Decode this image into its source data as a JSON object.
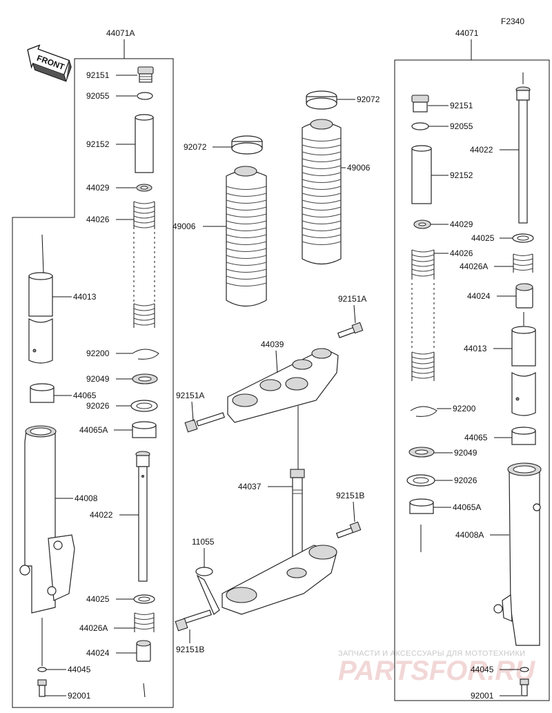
{
  "figure_code": "F2340",
  "assembly_left": "44071A",
  "assembly_right": "44071",
  "front_label": "FRONT",
  "watermark": {
    "line1": "ЗАПЧАСТИ И АКСЕССУАРЫ ДЛЯ МОТОТЕХНИКИ",
    "line2": "PARTSFOR.RU"
  },
  "left_labels": [
    "92151",
    "92055",
    "92152",
    "44029",
    "44026",
    "44013",
    "92200",
    "92049",
    "44065",
    "92026",
    "44065A",
    "44008",
    "44022",
    "44025",
    "44026A",
    "44024",
    "44045",
    "92001"
  ],
  "center_labels": [
    "92072",
    "49006",
    "92072",
    "49006",
    "92151A",
    "44039",
    "92151A",
    "44037",
    "92151B",
    "11055",
    "92151B"
  ],
  "right_labels": [
    "92151",
    "92055",
    "44022",
    "92152",
    "44029",
    "44025",
    "44026",
    "44026A",
    "44024",
    "44013",
    "92200",
    "44065",
    "92049",
    "92026",
    "44065A",
    "44008A",
    "44045",
    "92001"
  ]
}
